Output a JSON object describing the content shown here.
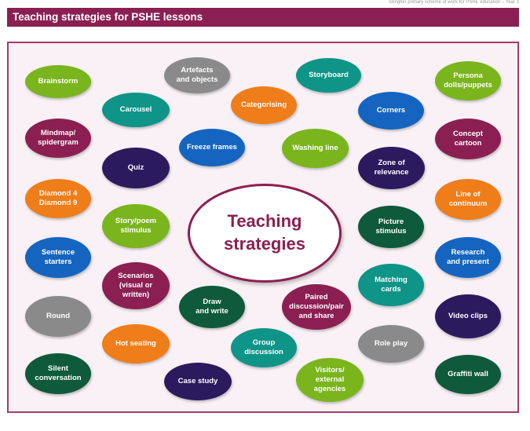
{
  "header": {
    "running_head": "Islington primary scheme of work for PSHE education – Year 3",
    "title": "Teaching strategies for PSHE lessons"
  },
  "center_label": "Teaching\nstrategies",
  "colors": {
    "title_bar": "#8b1f52",
    "green": "#7ab51d",
    "teal": "#0f9488",
    "grey": "#8a8a8a",
    "orange": "#ef7d1a",
    "plum": "#8b1f52",
    "navy": "#2c1a5e",
    "blue": "#1565c0",
    "dark_green": "#0e5a3a"
  },
  "strategies": [
    "Brainstorm",
    "Artefacts\nand objects",
    "Storyboard",
    "Persona\ndolls/puppets",
    "Carousel",
    "Categorising",
    "Corners",
    "Mindmap/\nspidergram",
    "Concept\ncartoon",
    "Freeze frames",
    "Washing line",
    "Quiz",
    "Zone of\nrelevance",
    "Diamond 4\nDiamond 9",
    "Line of\ncontinuum",
    "Story/poem\nstimulus",
    "Picture\nstimulus",
    "Sentence\nstarters",
    "Research\nand present",
    "Scenarios\n(visual or\nwritten)",
    "Matching\ncards",
    "Draw\nand write",
    "Paired\ndiscussion/pair\nand share",
    "Round",
    "Video clips",
    "Hot seating",
    "Group\ndiscussion",
    "Role play",
    "Silent\nconversation",
    "Case study",
    "Visitors/\nexternal\nagencies",
    "Graffiti wall"
  ]
}
